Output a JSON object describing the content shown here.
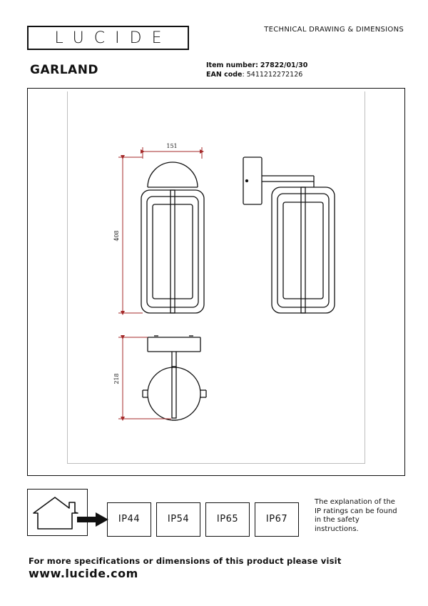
{
  "header": {
    "brand": "LUCIDE",
    "doc_type": "TECHNICAL DRAWING & DIMENSIONS",
    "product_name": "GARLAND",
    "item_label": "Item number:",
    "item_value": "27822/01/30",
    "ean_label": "EAN code",
    "ean_value": ": 5411212272126"
  },
  "dimensions": {
    "width": "151",
    "height": "408",
    "depth": "218"
  },
  "ip_ratings": [
    "IP44",
    "IP54",
    "IP65",
    "IP67"
  ],
  "ip_note": [
    "The explanation of the",
    "IP ratings can be found",
    "in the safety",
    "instructions."
  ],
  "footer": {
    "text": "For more specifications or dimensions of this product please visit",
    "url": "www.lucide.com"
  },
  "colors": {
    "dimension_line": "#a52a2a",
    "outline": "#111111"
  },
  "icons": {
    "house": "house-outline-icon",
    "arrow": "right-arrow-icon"
  }
}
